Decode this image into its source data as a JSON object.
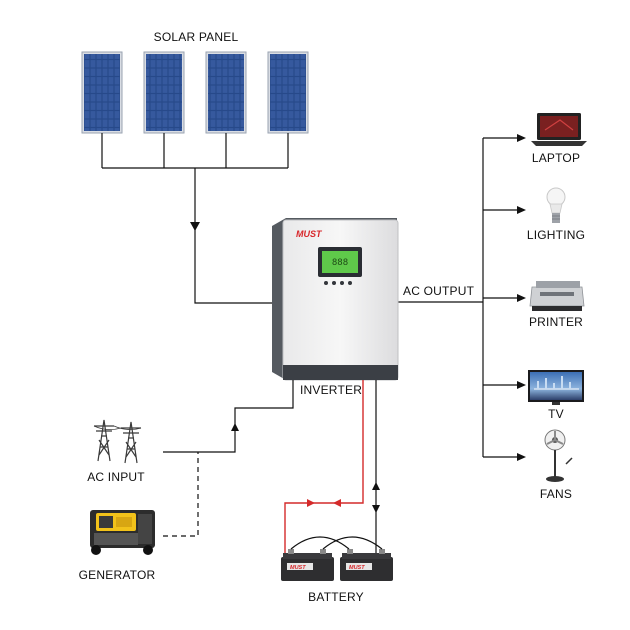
{
  "labels": {
    "solar_panel": "SOLAR PANEL",
    "ac_output": "AC OUTPUT",
    "inverter": "INVERTER",
    "ac_input": "AC INPUT",
    "generator": "GENERATOR",
    "battery": "BATTERY",
    "laptop": "LAPTOP",
    "lighting": "LIGHTING",
    "printer": "PRINTER",
    "tv": "TV",
    "fans": "FANS"
  },
  "inverter": {
    "brand": "MUST",
    "display_value": "888"
  },
  "battery_brand": "MUST",
  "colors": {
    "wire": "#111111",
    "battery_wire": "#d42a2a",
    "panel_cell": "#2c4f8f",
    "brand_red": "#d8262a",
    "lcd_green": "#5fc94a"
  }
}
